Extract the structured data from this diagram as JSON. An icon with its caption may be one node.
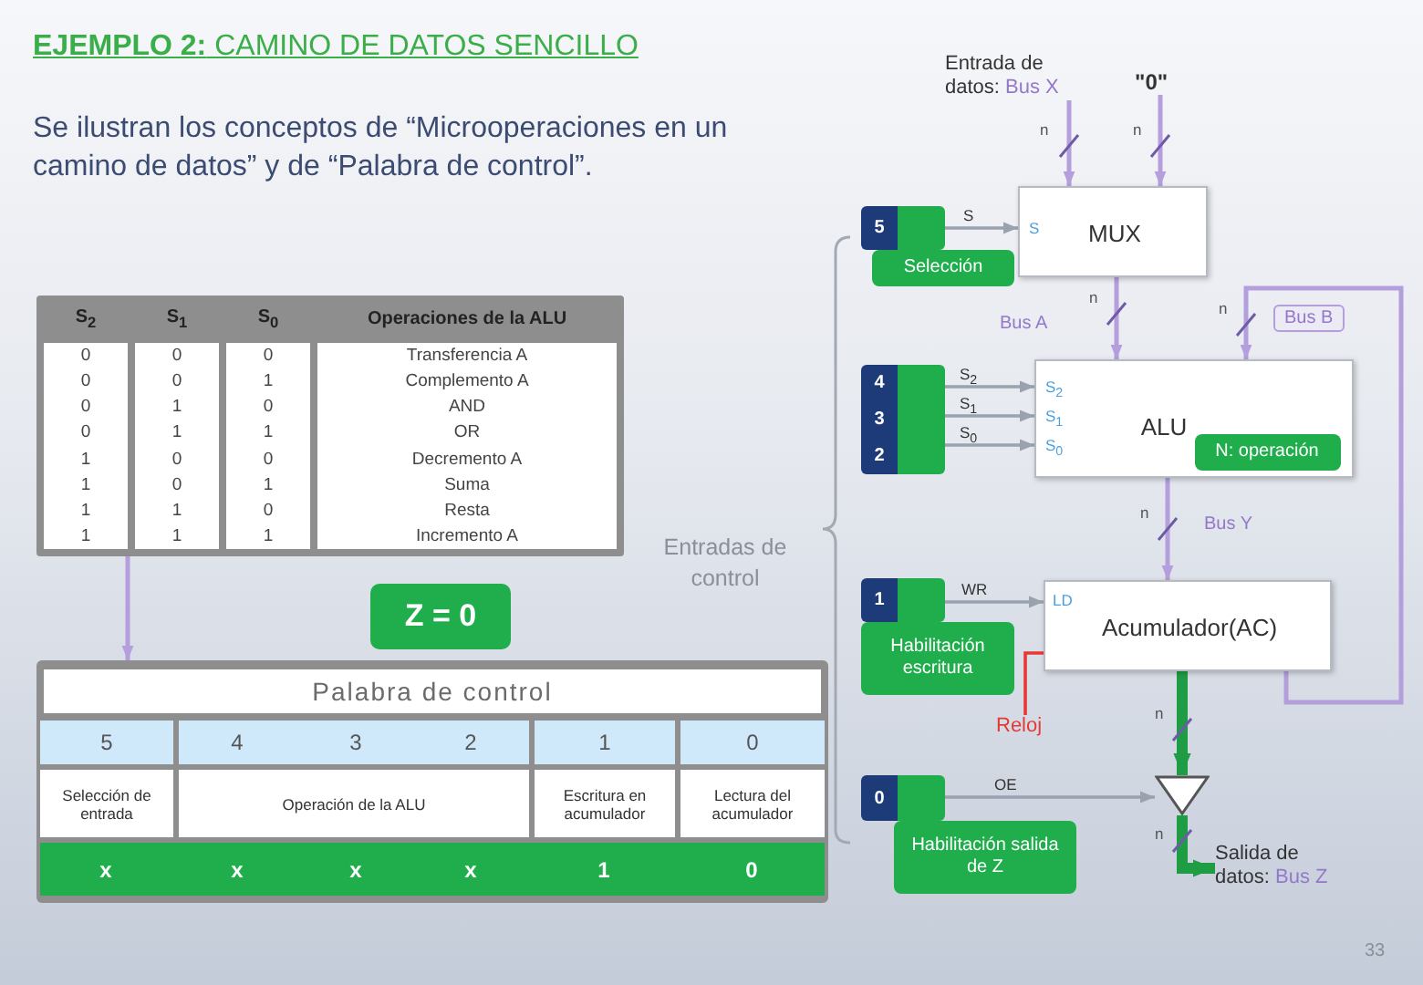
{
  "diagram": {
    "title": "**EJEMPLO 2:** CAMINO DE DATOS SENCILLO",
    "nodes": [
      {
        "text": [
          "S$_{2}$",
          "S$_{1}$",
          "S$_{0}$",
          "Operaciones de la ALU",
          "0",
          "0",
          "0",
          "Transferencia A",
          "0",
          "0",
          "1",
          "Complemento A",
          "0",
          "1",
          "0",
          "AND",
          "0",
          "1",
          "1",
          "OR",
          "1",
          "0",
          "0",
          "Decremento A",
          "1",
          "0",
          "1",
          "Suma",
          "1",
          "1",
          "0",
          "Resta",
          "1",
          "1",
          "1",
          "Incremento A"
        ]
      },
      {
        "text": [
          "Z = 0"
        ]
      },
      {
        "text": [
          "Palabra de control",
          "5",
          "4",
          "3",
          "2",
          "1",
          "0",
          "Selección de entrada",
          "Operación de la ALU",
          "Escritura en acumulador",
          "Lectura del acumulador",
          "x",
          "x",
          "x",
          "x",
          "1",
          "0"
        ]
      },
      {
        "text": [
          "Entrada de datos:",
          "Bus X"
        ]
      },
      {
        "text": [
          "\"0\""
        ]
      },
      {
        "text": [
          "5"
        ]
      },
      {
        "text": [
          "Selección"
        ]
      },
      {
        "text": [
          "S",
          "MUX"
        ]
      },
      {
        "text": [
          "4",
          "3",
          "2"
        ]
      },
      {
        "text": [
          "S$_{2}$",
          "S$_{1}$",
          "S$_{0}$",
          "ALU"
        ]
      },
      {
        "text": [
          "N: operación"
        ],
        "in": 9
      },
      {
        "text": [
          "1"
        ]
      },
      {
        "text": [
          "Habilitación escritura"
        ]
      },
      {
        "text": [
          "LD",
          "Acumulador(AC)"
        ]
      },
      {
        "text": [
          "Reloj"
        ]
      },
      {
        "text": [
          "0"
        ]
      },
      {
        "text": [
          "Habilitación salida de Z"
        ]
      },
      {
        "text": [],
        "shape": "triangle"
      },
      {
        "text": [
          "Salida de datos:",
          "Bus Z"
        ]
      }
    ],
    "edges": [
      {
        "from": 0,
        "to": 2,
        "arrow": "to",
        "color": "#b49fdc"
      },
      {
        "from": 3,
        "to": 7,
        "arrow": "to",
        "color": "#b49fdc"
      },
      {
        "from": 4,
        "to": 7,
        "arrow": "to",
        "color": "#b49fdc"
      },
      {
        "from": 5,
        "to": 7,
        "arrow": "to",
        "label": "S"
      },
      {
        "from": 8,
        "to": 9,
        "arrow": "to",
        "label": "S$_{2}$"
      },
      {
        "from": 8,
        "to": 9,
        "arrow": "to",
        "label": "S$_{1}$"
      },
      {
        "from": 8,
        "to": 9,
        "arrow": "to",
        "label": "S$_{0}$"
      },
      {
        "from": 7,
        "to": 9,
        "arrow": "to",
        "label": "Bus A",
        "color": "#b49fdc"
      },
      {
        "from": 9,
        "to": 13,
        "arrow": "to",
        "label": "Bus Y",
        "color": "#b49fdc"
      },
      {
        "from": 13,
        "to": 9,
        "arrow": "to",
        "label": "Bus B",
        "color": "#b49fdc"
      },
      {
        "from": 11,
        "to": 13,
        "arrow": "to",
        "label": "WR"
      },
      {
        "from": 14,
        "to": 13,
        "arrow": "none",
        "color": "#e53935"
      },
      {
        "from": 13,
        "to": 17,
        "arrow": "to",
        "style": "thick",
        "color": "#1f9d45"
      },
      {
        "from": 15,
        "to": 17,
        "arrow": "to",
        "label": "OE"
      },
      {
        "from": 17,
        "to": 18,
        "arrow": "to",
        "style": "thick",
        "color": "#1f9d45"
      }
    ],
    "labels": [
      "Se ilustran los conceptos de “Microoperaciones en un camino de datos” y de “Palabra de control”.",
      "n",
      "n",
      "n",
      "n",
      "n",
      "Entradas de control",
      "n",
      "n",
      "33"
    ]
  }
}
